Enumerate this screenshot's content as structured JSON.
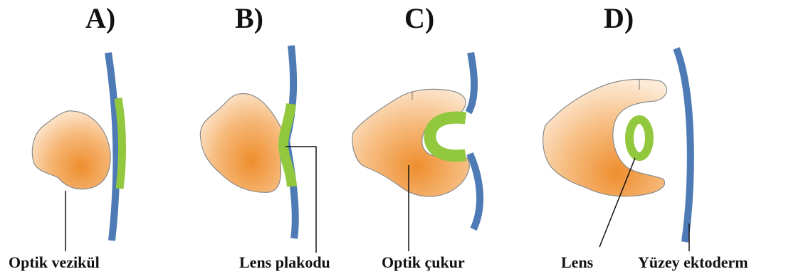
{
  "panels": [
    {
      "letter": "A)"
    },
    {
      "letter": "B)"
    },
    {
      "letter": "C)"
    },
    {
      "letter": "D)"
    }
  ],
  "labels": {
    "optic_vesicle": "Optik vezikül",
    "lens_placode": "Lens plakodu",
    "optic_pit": "Optik çukur",
    "lens": "Lens",
    "surface_ectoderm": "Yüzey ektoderm"
  },
  "colors": {
    "ectoderm_blue": "#4e7bb5",
    "lens_green": "#92c83e",
    "tissue_orange_center": "#ee8e2e",
    "tissue_orange_edge": "#fde8d2",
    "outline": "#8a8a8a",
    "leader_line": "#111111"
  }
}
